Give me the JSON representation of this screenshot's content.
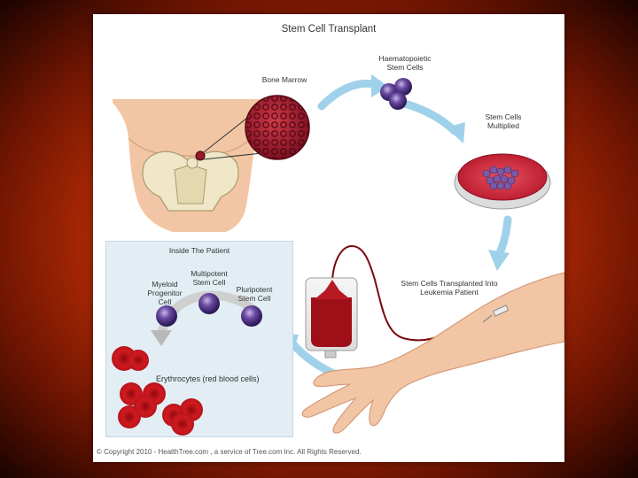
{
  "title": "Stem Cell Transplant",
  "labels": {
    "bone_marrow": "Bone Marrow",
    "haematopoietic": "Haematopoietic Stem Cells",
    "multiplied": "Stem Cells Multiplied",
    "transplanted": "Stem Cells Transplanted Into Leukemia Patient",
    "inside_patient": "Inside The Patient",
    "myeloid": "Myeloid Progenitor Cell",
    "multipotent": "Multipotent Stem Cell",
    "pluripotent": "Pluripotent Stem Cell",
    "erythrocytes": "Erythrocytes (red blood cells)"
  },
  "copyright": "© Copyright 2010 - HealthTree.com , a service of Tree.com Inc. All Rights Reserved.",
  "colors": {
    "background": "#c8380a",
    "arrow": "#9fd2ea",
    "stem_cell": "#5a3e8f",
    "blood": "#b3161a",
    "skin": "#f0c9a8"
  }
}
